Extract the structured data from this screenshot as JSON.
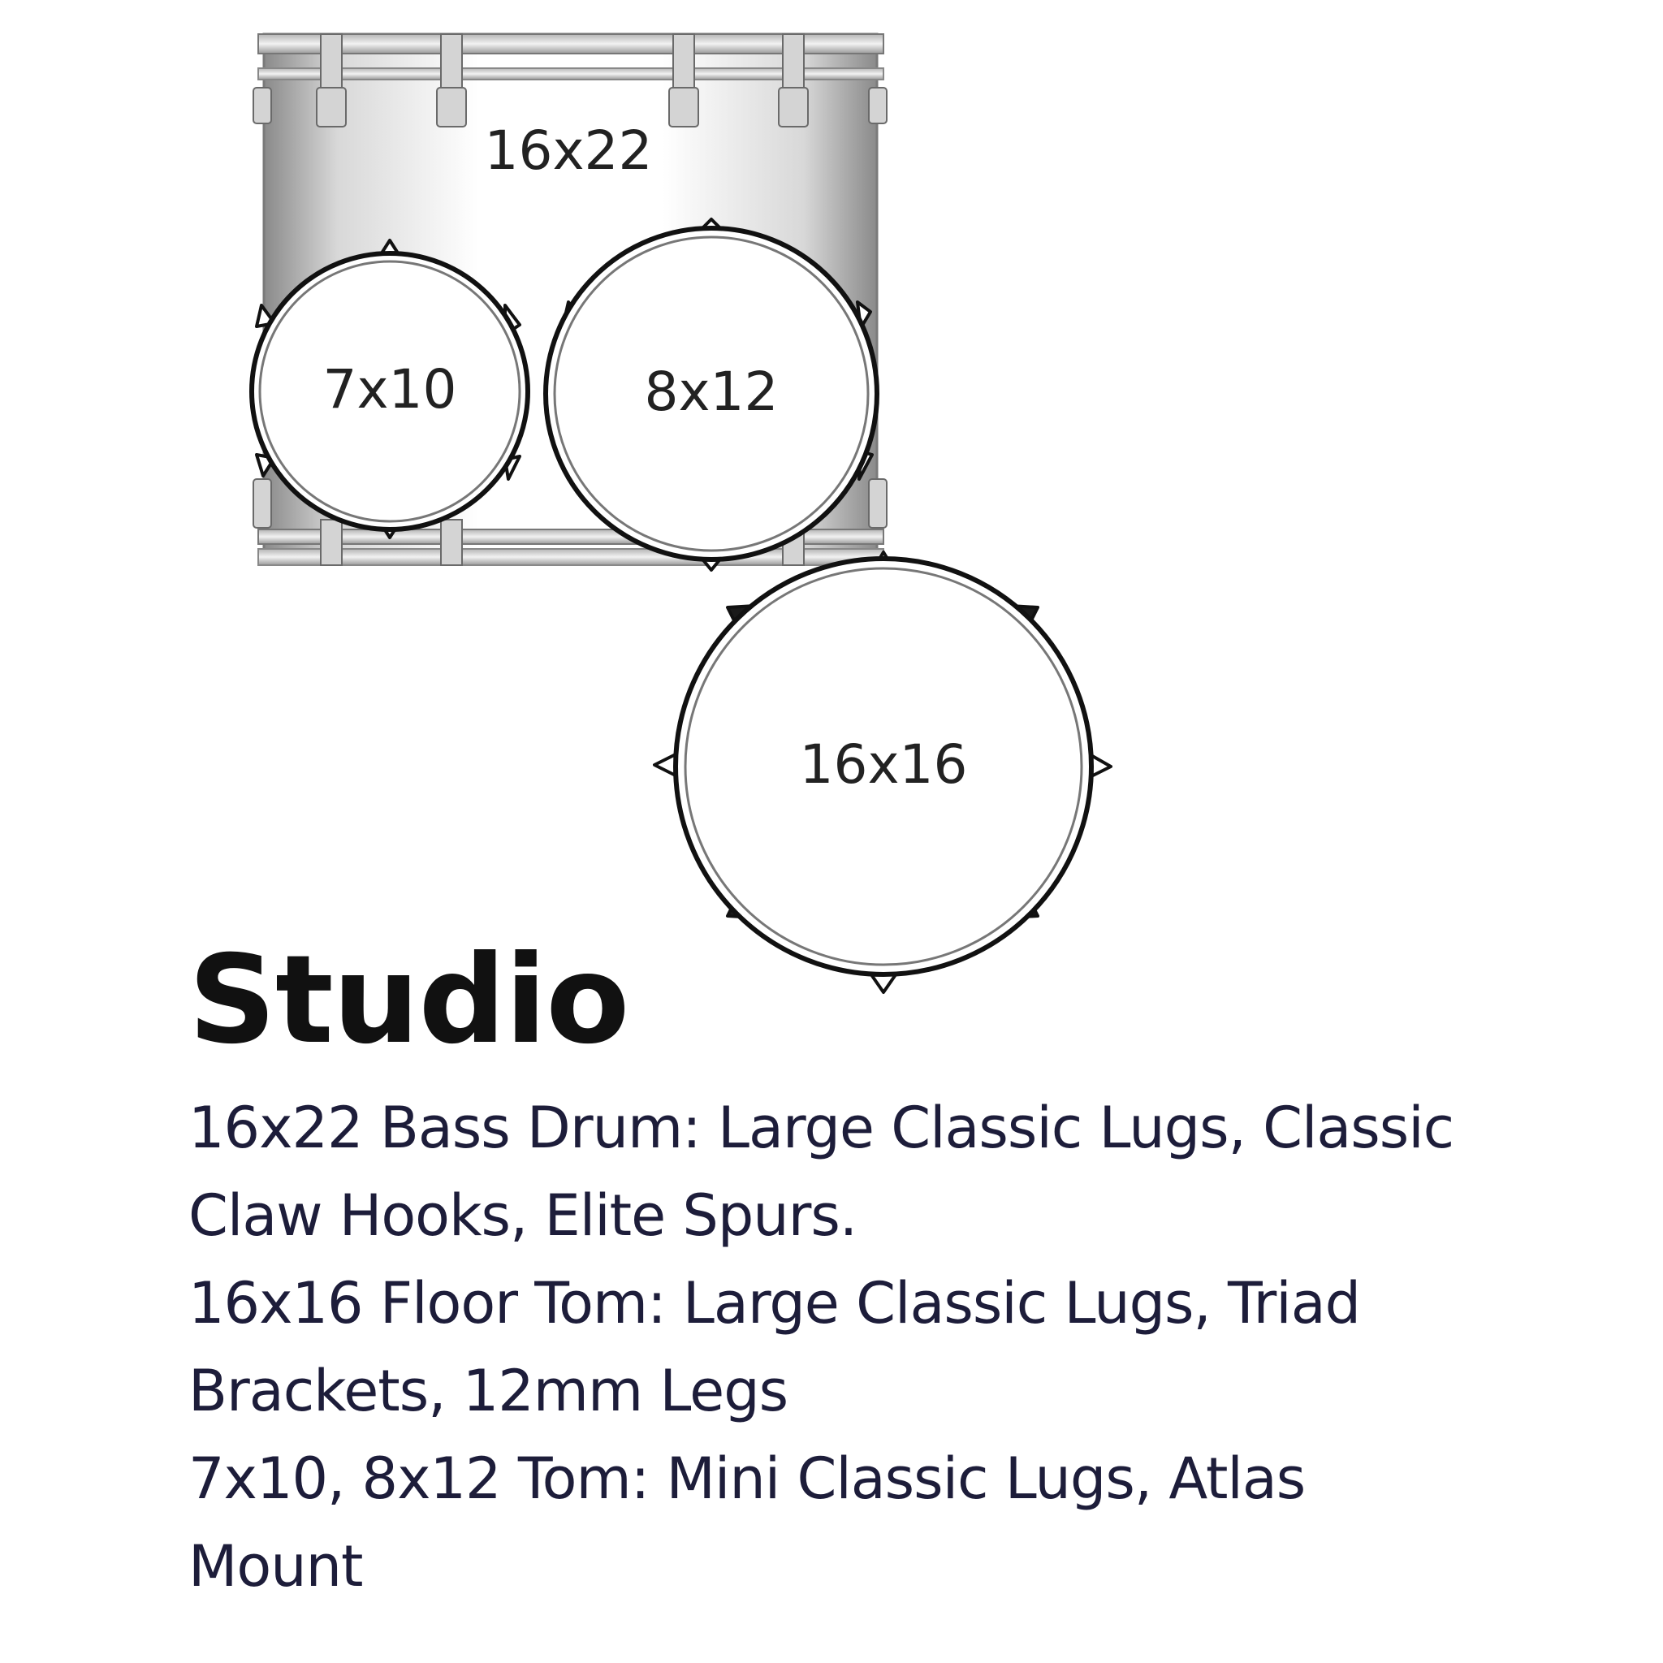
{
  "diagram": {
    "drums": {
      "bass": {
        "label": "16x22"
      },
      "tom_small": {
        "label": "7x10"
      },
      "tom_large": {
        "label": "8x12"
      },
      "floor_tom": {
        "label": "16x16"
      }
    }
  },
  "title": "Studio",
  "specs": [
    "16x22 Bass Drum: Large Classic Lugs, Classic",
    "Claw Hooks, Elite Spurs.",
    "16x16 Floor Tom: Large Classic Lugs, Triad",
    "Brackets, 12mm Legs",
    "7x10, 8x12 Tom: Mini Classic Lugs, Atlas",
    "Mount"
  ]
}
